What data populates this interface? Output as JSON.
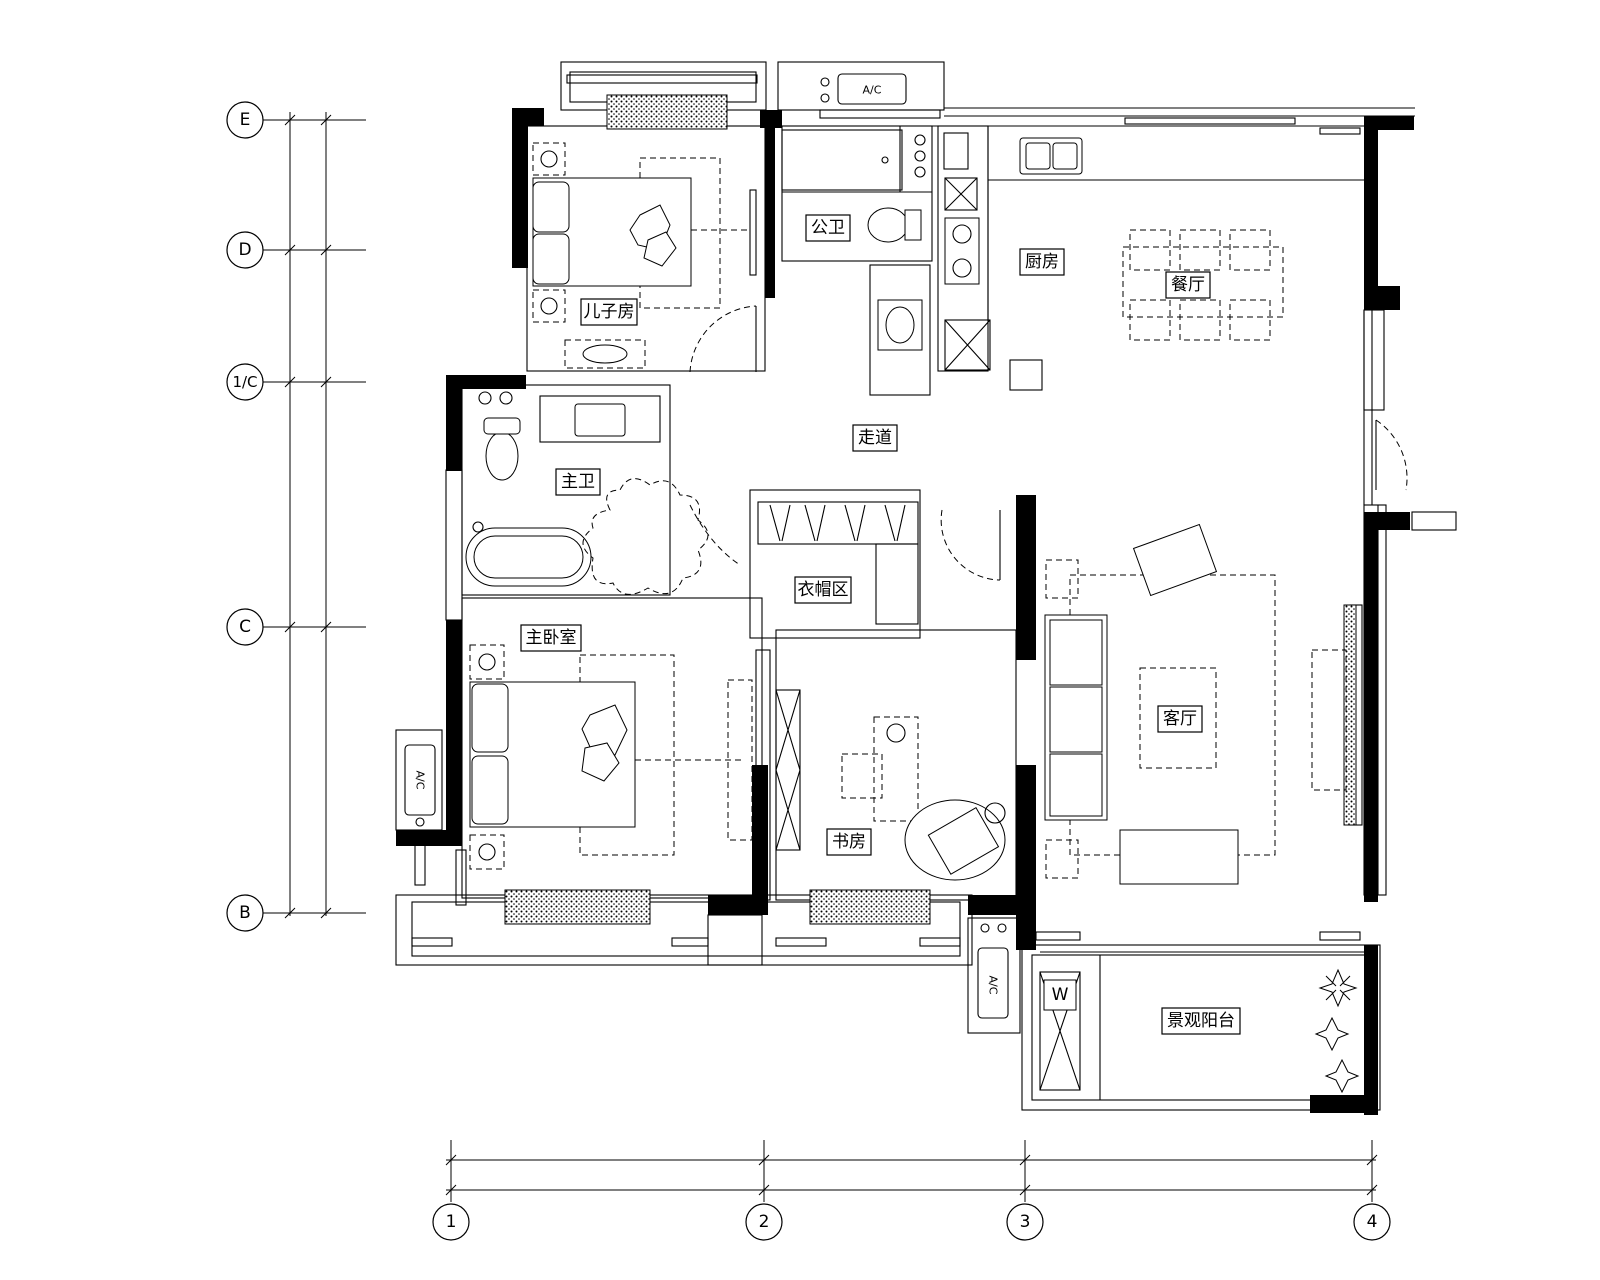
{
  "rooms": {
    "son_room": "儿子房",
    "public_bath": "公卫",
    "kitchen": "厨房",
    "dining": "餐厅",
    "corridor": "走道",
    "master_bath": "主卫",
    "cloakroom": "衣帽区",
    "master_bedroom": "主卧室",
    "living_room": "客厅",
    "study": "书房",
    "balcony": "景观阳台"
  },
  "row_axes": [
    "E",
    "D",
    "1/C",
    "C",
    "B"
  ],
  "column_axes": [
    "1",
    "2",
    "3",
    "4"
  ],
  "fixtures": {
    "ac_label": "A/C",
    "washer_label": "W"
  }
}
